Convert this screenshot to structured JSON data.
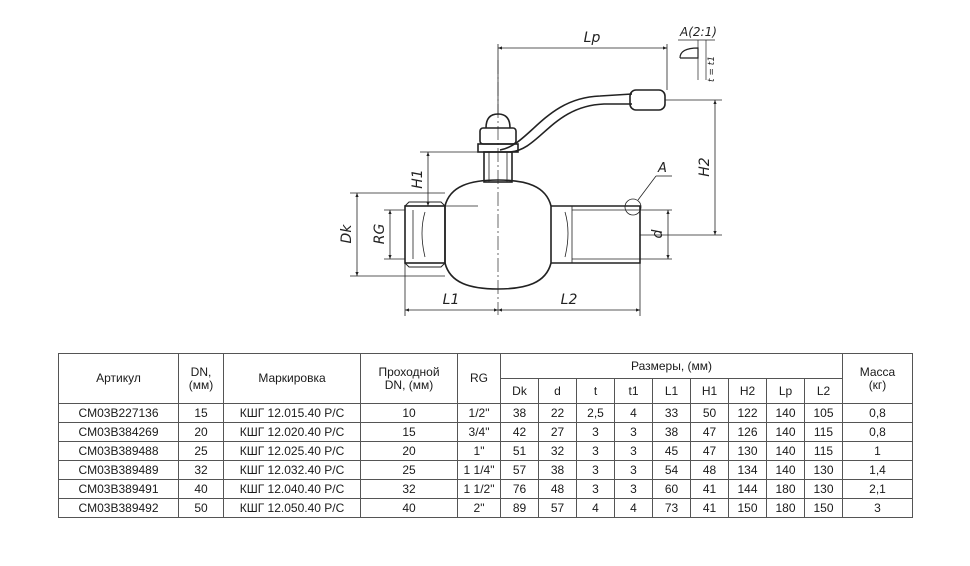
{
  "drawing": {
    "labels": {
      "lp": "Lp",
      "detail": "A(2:1)",
      "t_eq": "t = t1",
      "a_marker": "A",
      "h1": "H1",
      "h2": "H2",
      "dk": "Dk",
      "rg": "RG",
      "d": "d",
      "l1": "L1",
      "l2": "L2"
    }
  },
  "table": {
    "headers": {
      "article": "Артикул",
      "dn": "DN,\n(мм)",
      "marking": "Маркировка",
      "bore": "Проходной\nDN, (мм)",
      "rg": "RG",
      "dims": "Размеры, (мм)",
      "mass": "Масса\n(кг)",
      "sub": [
        "Dk",
        "d",
        "t",
        "t1",
        "L1",
        "H1",
        "H2",
        "Lp",
        "L2"
      ]
    },
    "rows": [
      [
        "CM03B227136",
        "15",
        "КШГ 12.015.40 Р/С",
        "10",
        "1/2\"",
        "38",
        "22",
        "2,5",
        "4",
        "33",
        "50",
        "122",
        "140",
        "105",
        "0,8"
      ],
      [
        "CM03B384269",
        "20",
        "КШГ 12.020.40 Р/С",
        "15",
        "3/4\"",
        "42",
        "27",
        "3",
        "3",
        "38",
        "47",
        "126",
        "140",
        "115",
        "0,8"
      ],
      [
        "CM03B389488",
        "25",
        "КШГ 12.025.40 Р/С",
        "20",
        "1\"",
        "51",
        "32",
        "3",
        "3",
        "45",
        "47",
        "130",
        "140",
        "115",
        "1"
      ],
      [
        "CM03B389489",
        "32",
        "КШГ 12.032.40 Р/С",
        "25",
        "1 1/4\"",
        "57",
        "38",
        "3",
        "3",
        "54",
        "48",
        "134",
        "140",
        "130",
        "1,4"
      ],
      [
        "CM03B389491",
        "40",
        "КШГ 12.040.40 Р/С",
        "32",
        "1 1/2\"",
        "76",
        "48",
        "3",
        "3",
        "60",
        "41",
        "144",
        "180",
        "130",
        "2,1"
      ],
      [
        "CM03B389492",
        "50",
        "КШГ 12.050.40 Р/С",
        "40",
        "2\"",
        "89",
        "57",
        "4",
        "4",
        "73",
        "41",
        "150",
        "180",
        "150",
        "3"
      ]
    ]
  }
}
